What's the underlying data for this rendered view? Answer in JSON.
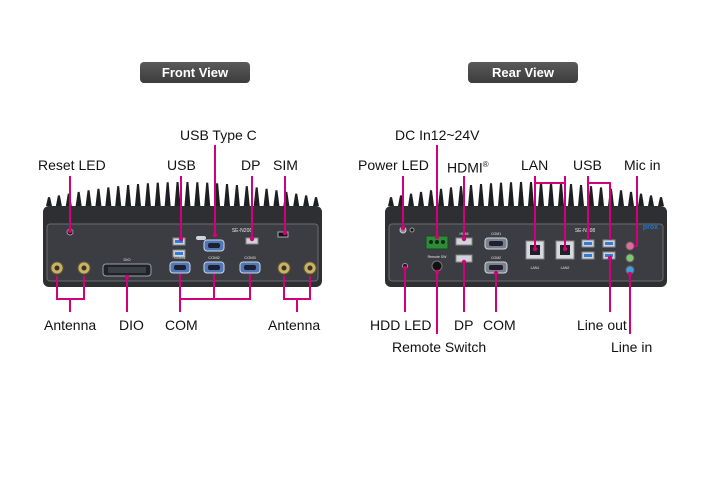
{
  "front": {
    "title": "Front View",
    "labels": {
      "reset_led": "Reset LED",
      "usb": "USB",
      "usb_type_c": "USB Type C",
      "dp": "DP",
      "sim": "SIM",
      "antenna_left": "Antenna",
      "dio": "DIO",
      "com": "COM",
      "antenna_right": "Antenna"
    },
    "panel_model": "SE-N208",
    "port_text": {
      "dio": "DIO",
      "com1": "COM1",
      "com2": "COM2",
      "com3": "COM3",
      "com4": "COM4"
    }
  },
  "rear": {
    "title": "Rear View",
    "labels": {
      "power_led": "Power LED",
      "dc_in": "DC In12~24V",
      "hdmi": "HDMI",
      "hdmi_mark": "®",
      "lan": "LAN",
      "usb": "USB",
      "mic_in": "Mic in",
      "hdd_led": "HDD LED",
      "dp": "DP",
      "remote_switch": "Remote Switch",
      "com": "COM",
      "line_out": "Line out",
      "line_in": "Line in"
    },
    "panel_model": "SE-N108",
    "brand": "prox",
    "port_text": {
      "lan1": "LAN1",
      "lan2": "LAN2",
      "com1": "COM1",
      "com2": "COM2",
      "remote_sw": "Remote SW",
      "hdmi": "HDMI"
    }
  },
  "colors": {
    "leader_line": "#d4007a",
    "chassis": "#2e2f33",
    "panel": "#3b3d42",
    "usb_blue": "#2f7bd6",
    "com_blue": "#4f76b5",
    "dc_green": "#2e8b3a",
    "audio_blue": "#3aa0e0",
    "audio_pink": "#e06a9a"
  }
}
